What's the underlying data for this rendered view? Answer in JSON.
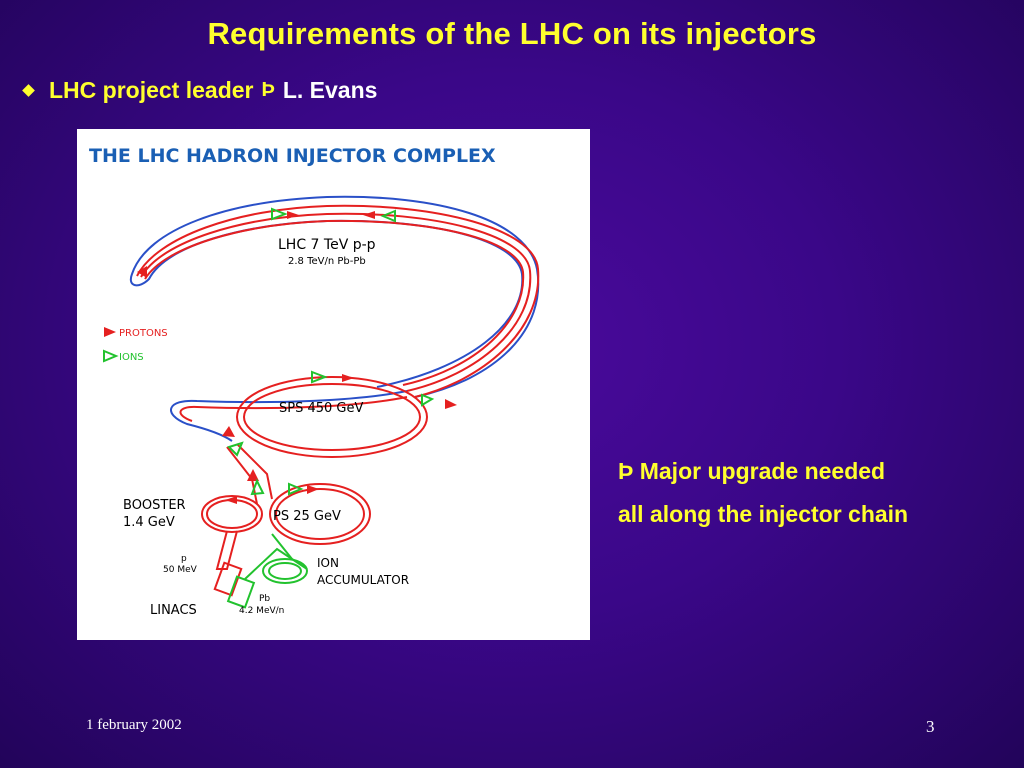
{
  "slide": {
    "title": "Requirements of the LHC on its injectors",
    "bullet": {
      "label": "LHC project leader",
      "arrow": "Þ",
      "name": "L. Evans"
    },
    "side_note": {
      "arrow": "Þ",
      "line1": "Major upgrade needed",
      "line2": "all along the injector chain"
    },
    "footer": {
      "date": "1 february 2002",
      "page": "3"
    },
    "colors": {
      "background": "#3a0788",
      "title": "#ffff2e",
      "protons": "#e52020",
      "ions": "#22c22e"
    }
  },
  "diagram": {
    "title": "THE LHC HADRON INJECTOR COMPLEX",
    "lhc_label": "LHC 7 TeV p-p",
    "lhc_sub": "2.8 TeV/n Pb-Pb",
    "legend_protons": "PROTONS",
    "legend_ions": "IONS",
    "sps_label": "SPS 450 GeV",
    "ps_label": "PS 25 GeV",
    "booster_line1": "BOOSTER",
    "booster_line2": "1.4 GeV",
    "p_label": "p",
    "p_energy": "50 MeV",
    "ion_line1": "ION",
    "ion_line2": "ACCUMULATOR",
    "pb_label": "Pb",
    "pb_energy": "4.2 MeV/n",
    "linacs": "LINACS"
  }
}
